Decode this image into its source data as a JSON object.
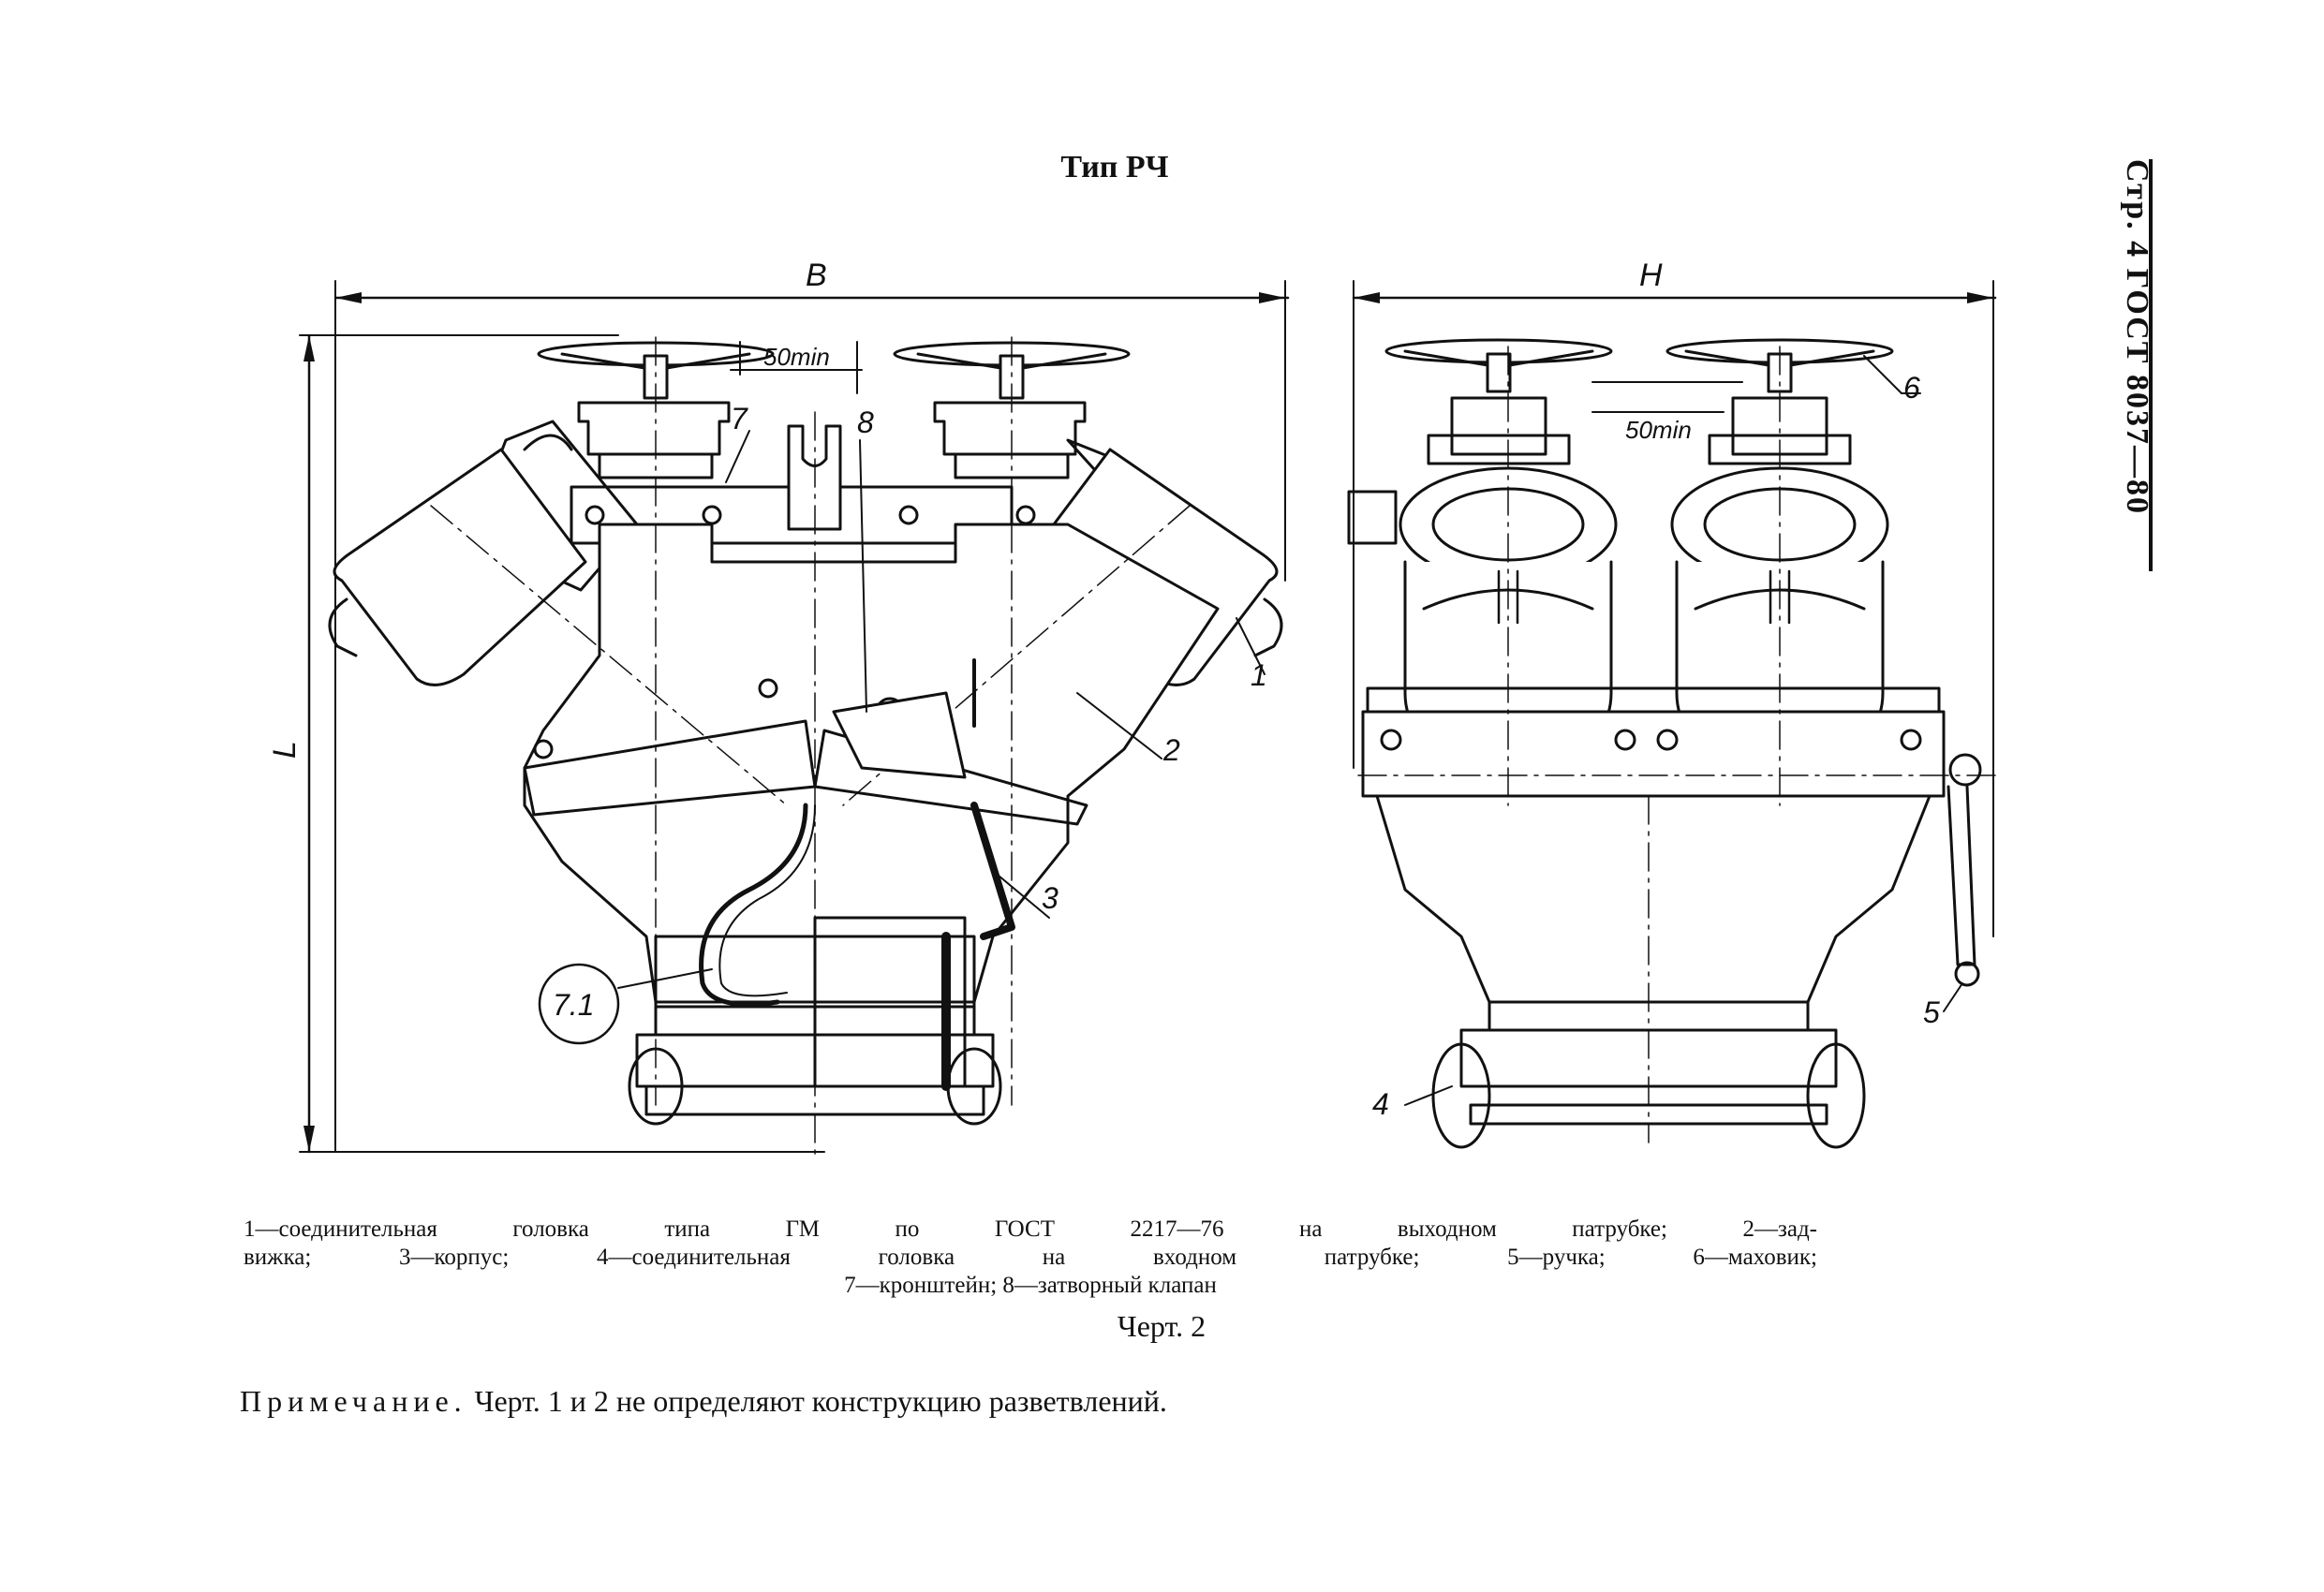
{
  "page": {
    "title": "Тип РЧ",
    "side_header": "Стр. 4  ГОСТ  8037—80"
  },
  "drawing": {
    "dim_front_width": "B",
    "dim_front_height": "L",
    "dim_side_width": "H",
    "dim_gap_front": "50min",
    "dim_gap_side": "50min",
    "callouts": [
      "1",
      "2",
      "3",
      "4",
      "5",
      "6",
      "7",
      "8",
      "7.1"
    ]
  },
  "legend": {
    "line1": "1—соединительная головка типа ГМ по ГОСТ 2217—76 на выходном патрубке; 2—зад-",
    "line2": "вижка; 3—корпус; 4—соединительная головка на входном патрубке; 5—ручка; 6—маховик;",
    "line3": "7—кронштейн; 8—затворный клапан"
  },
  "caption": "Черт. 2",
  "note": {
    "label": "Примечание.",
    "text": "Черт. 1 и 2 не определяют конструкцию разветвлений."
  }
}
